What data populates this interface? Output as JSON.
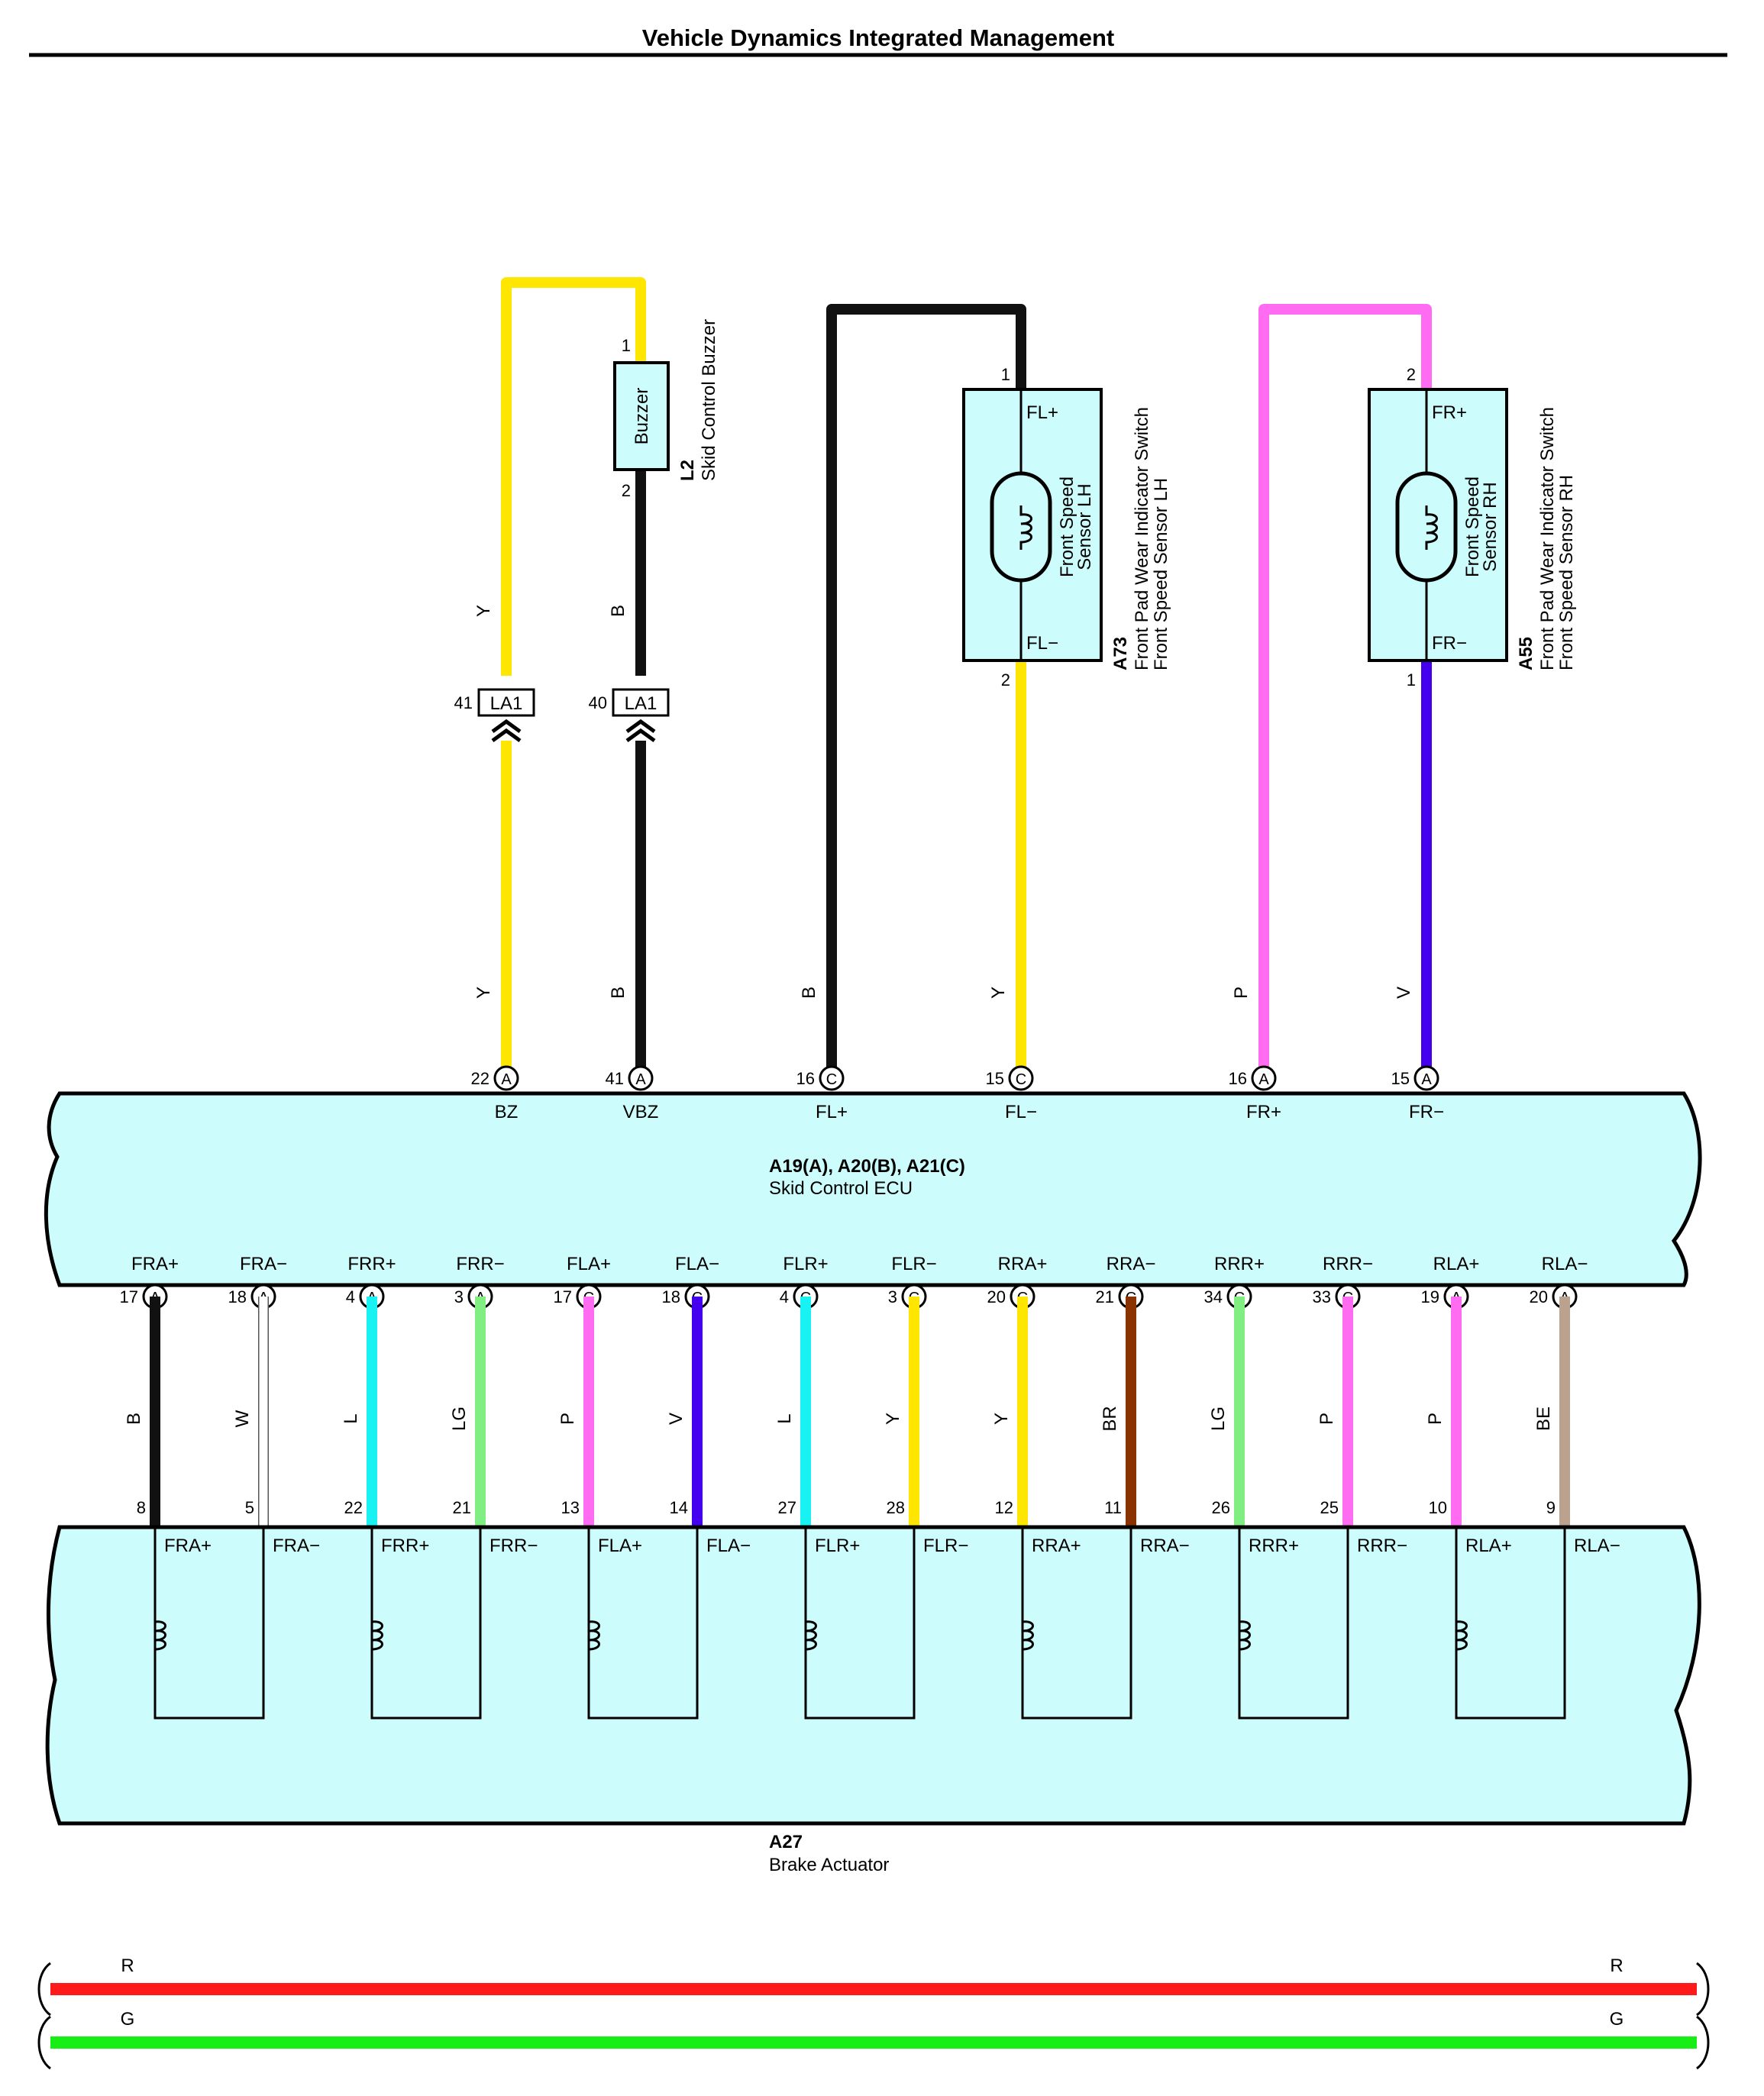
{
  "title": "Vehicle Dynamics Integrated Management",
  "colors": {
    "Y": "#ffe600",
    "B": "#111111",
    "P": "#ff6cf2",
    "V": "#4400ee",
    "W": "#ffffff",
    "L": "#18f2f2",
    "LG": "#80ee80",
    "BR": "#8a3300",
    "BE": "#bba28e",
    "R": "#ff1a1a",
    "G": "#16ee16",
    "box": "#ccfcfc"
  },
  "buzzer": {
    "code": "L2",
    "name": "Skid Control Buzzer",
    "inner": "Buzzer",
    "pin_top": "1",
    "pin_bottom": "2"
  },
  "sensor_lh": {
    "code": "A73",
    "line1": "Front Pad Wear Indicator Switch",
    "line2": "Front Speed Sensor LH",
    "inner1": "Front Speed",
    "inner2": "Sensor LH",
    "term_top": "FL+",
    "term_bottom": "FL−",
    "pin_top": "1",
    "pin_bottom": "2"
  },
  "sensor_rh": {
    "code": "A55",
    "line1": "Front Pad Wear Indicator Switch",
    "line2": "Front Speed Sensor RH",
    "inner1": "Front Speed",
    "inner2": "Sensor RH",
    "term_top": "FR+",
    "term_bottom": "FR−",
    "pin_top": "2",
    "pin_bottom": "1"
  },
  "junctions": [
    {
      "pin": "41",
      "label": "LA1"
    },
    {
      "pin": "40",
      "label": "LA1"
    }
  ],
  "ecu": {
    "codes": "A19(A), A20(B), A21(C)",
    "name": "Skid Control ECU",
    "top_pins": [
      {
        "pin": "22",
        "conn": "A",
        "label": "BZ",
        "color": "Y"
      },
      {
        "pin": "41",
        "conn": "A",
        "label": "VBZ",
        "color": "B"
      },
      {
        "pin": "16",
        "conn": "C",
        "label": "FL+",
        "color": "B"
      },
      {
        "pin": "15",
        "conn": "C",
        "label": "FL−",
        "color": "Y"
      },
      {
        "pin": "16",
        "conn": "A",
        "label": "FR+",
        "color": "P"
      },
      {
        "pin": "15",
        "conn": "A",
        "label": "FR−",
        "color": "V"
      }
    ],
    "bottom_pins": [
      {
        "pin": "17",
        "conn": "A",
        "label": "FRA+"
      },
      {
        "pin": "18",
        "conn": "A",
        "label": "FRA−"
      },
      {
        "pin": "4",
        "conn": "A",
        "label": "FRR+"
      },
      {
        "pin": "3",
        "conn": "A",
        "label": "FRR−"
      },
      {
        "pin": "17",
        "conn": "C",
        "label": "FLA+"
      },
      {
        "pin": "18",
        "conn": "C",
        "label": "FLA−"
      },
      {
        "pin": "4",
        "conn": "C",
        "label": "FLR+"
      },
      {
        "pin": "3",
        "conn": "C",
        "label": "FLR−"
      },
      {
        "pin": "20",
        "conn": "C",
        "label": "RRA+"
      },
      {
        "pin": "21",
        "conn": "C",
        "label": "RRA−"
      },
      {
        "pin": "34",
        "conn": "C",
        "label": "RRR+"
      },
      {
        "pin": "33",
        "conn": "C",
        "label": "RRR−"
      },
      {
        "pin": "19",
        "conn": "A",
        "label": "RLA+"
      },
      {
        "pin": "20",
        "conn": "A",
        "label": "RLA−"
      }
    ]
  },
  "upper_wires": [
    {
      "color": "Y"
    },
    {
      "color": "B"
    },
    {
      "color": "B"
    },
    {
      "color": "Y"
    },
    {
      "color": "P"
    },
    {
      "color": "V"
    }
  ],
  "lower_wires": [
    {
      "color": "B",
      "act_pin": "8"
    },
    {
      "color": "W",
      "act_pin": "5"
    },
    {
      "color": "L",
      "act_pin": "22"
    },
    {
      "color": "LG",
      "act_pin": "21"
    },
    {
      "color": "P",
      "act_pin": "13"
    },
    {
      "color": "V",
      "act_pin": "14"
    },
    {
      "color": "L",
      "act_pin": "27"
    },
    {
      "color": "Y",
      "act_pin": "28"
    },
    {
      "color": "Y",
      "act_pin": "12"
    },
    {
      "color": "BR",
      "act_pin": "11"
    },
    {
      "color": "LG",
      "act_pin": "26"
    },
    {
      "color": "P",
      "act_pin": "25"
    },
    {
      "color": "P",
      "act_pin": "10"
    },
    {
      "color": "BE",
      "act_pin": "9"
    }
  ],
  "actuator": {
    "code": "A27",
    "name": "Brake Actuator",
    "terminals": [
      "FRA+",
      "FRA−",
      "FRR+",
      "FRR−",
      "FLA+",
      "FLA−",
      "FLR+",
      "FLR−",
      "RRA+",
      "RRA−",
      "RRR+",
      "RRR−",
      "RLA+",
      "RLA−"
    ]
  },
  "buses": [
    {
      "color": "R",
      "label": "R"
    },
    {
      "color": "G",
      "label": "G"
    }
  ]
}
